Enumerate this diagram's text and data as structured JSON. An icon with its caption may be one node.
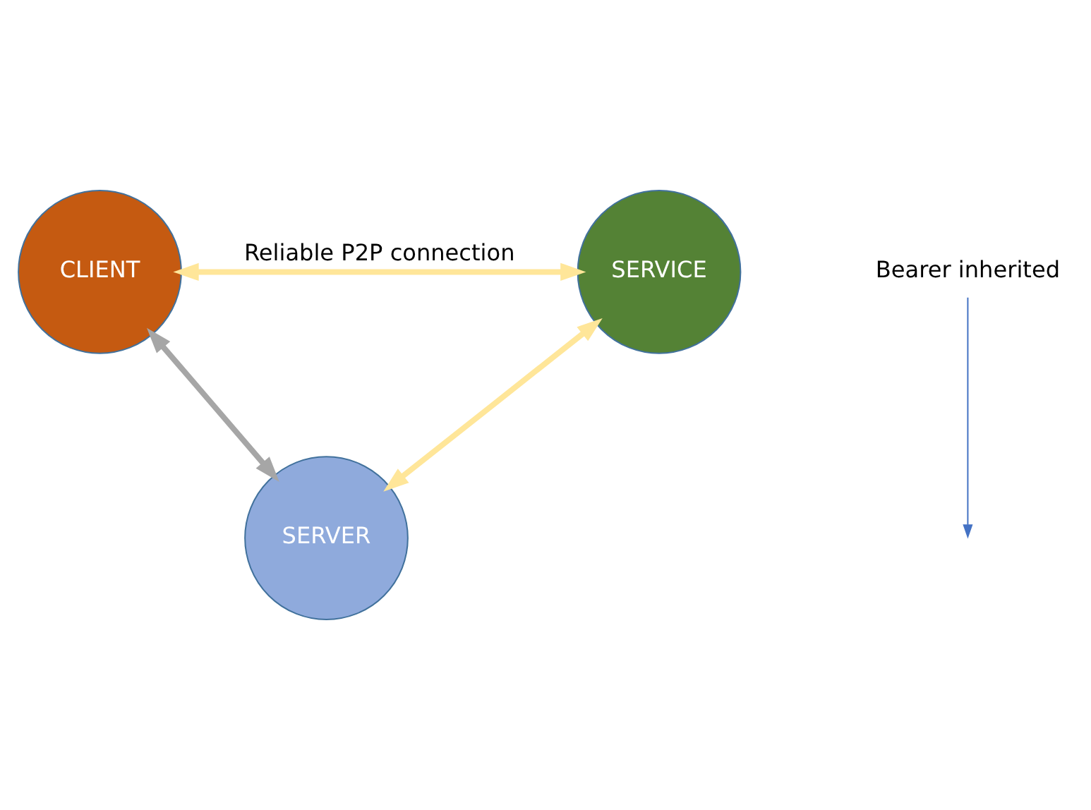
{
  "diagram": {
    "nodes": [
      {
        "text": [
          "CLIENT"
        ]
      },
      {
        "text": [
          "SERVICE"
        ]
      },
      {
        "text": [
          "SERVER"
        ]
      },
      {
        "text": [
          "Bearer inherited"
        ]
      }
    ],
    "edges": [
      {
        "from": 0,
        "to": 1,
        "arrow": "both",
        "label": "Reliable P2P connection"
      },
      {
        "from": 0,
        "to": 2,
        "arrow": "both",
        "color": "#a6a6a6"
      },
      {
        "from": 1,
        "to": 2,
        "arrow": "both"
      },
      {
        "from": 3,
        "to": null,
        "arrow": "to",
        "color": "#4472c4"
      }
    ]
  }
}
